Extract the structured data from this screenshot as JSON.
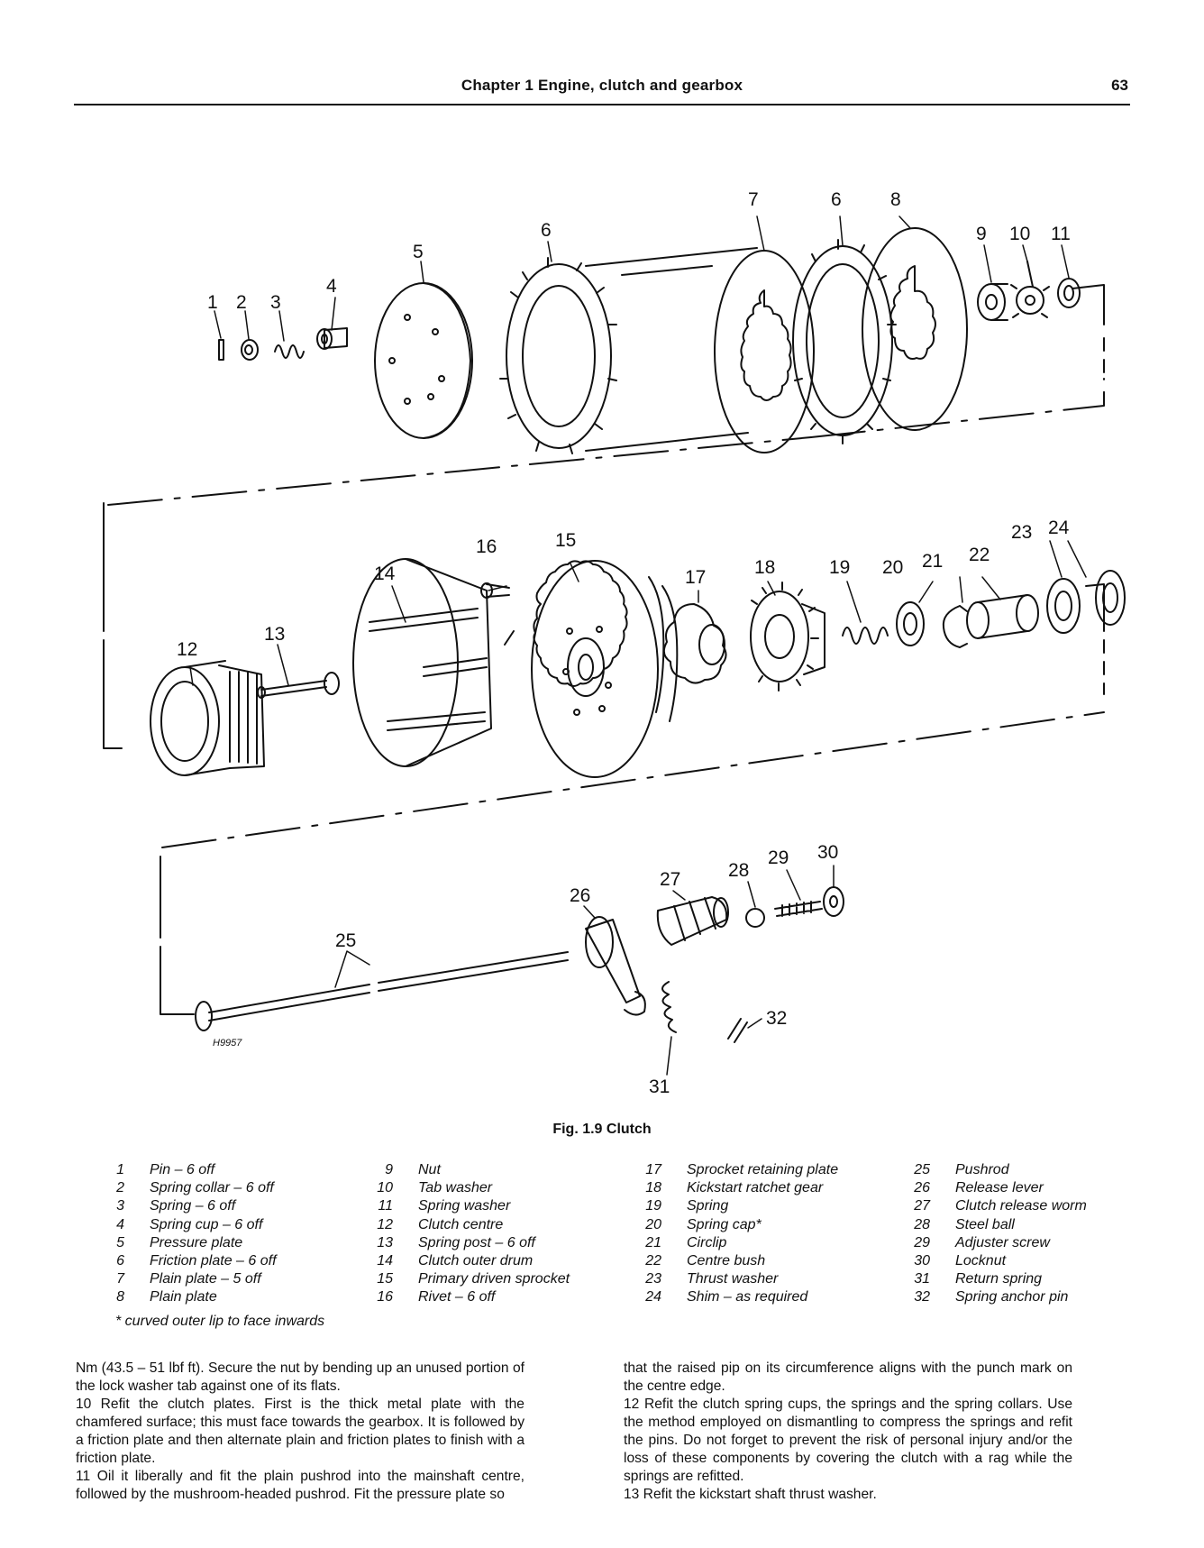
{
  "header": {
    "title": "Chapter 1  Engine, clutch and gearbox",
    "page_number": "63"
  },
  "figure": {
    "caption": "Fig. 1.9 Clutch",
    "drawing_code": "H9957",
    "callouts": [
      "1",
      "2",
      "3",
      "4",
      "5",
      "6",
      "7",
      "6",
      "8",
      "9",
      "10",
      "11",
      "12",
      "13",
      "14",
      "15",
      "16",
      "17",
      "18",
      "19",
      "20",
      "21",
      "22",
      "23",
      "24",
      "25",
      "26",
      "27",
      "28",
      "29",
      "30",
      "31",
      "32"
    ]
  },
  "legend": {
    "columns": [
      [
        {
          "num": "1",
          "text": "Pin – 6 off"
        },
        {
          "num": "2",
          "text": "Spring collar – 6 off"
        },
        {
          "num": "3",
          "text": "Spring – 6 off"
        },
        {
          "num": "4",
          "text": "Spring cup – 6 off"
        },
        {
          "num": "5",
          "text": "Pressure plate"
        },
        {
          "num": "6",
          "text": "Friction plate – 6 off"
        },
        {
          "num": "7",
          "text": "Plain plate – 5 off"
        },
        {
          "num": "8",
          "text": "Plain plate"
        }
      ],
      [
        {
          "num": "9",
          "text": "Nut"
        },
        {
          "num": "10",
          "text": "Tab washer"
        },
        {
          "num": "11",
          "text": "Spring washer"
        },
        {
          "num": "12",
          "text": "Clutch centre"
        },
        {
          "num": "13",
          "text": "Spring post – 6 off"
        },
        {
          "num": "14",
          "text": "Clutch outer drum"
        },
        {
          "num": "15",
          "text": "Primary driven sprocket"
        },
        {
          "num": "16",
          "text": "Rivet – 6 off"
        }
      ],
      [
        {
          "num": "17",
          "text": "Sprocket retaining plate"
        },
        {
          "num": "18",
          "text": "Kickstart ratchet gear"
        },
        {
          "num": "19",
          "text": "Spring"
        },
        {
          "num": "20",
          "text": "Spring cap*"
        },
        {
          "num": "21",
          "text": "Circlip"
        },
        {
          "num": "22",
          "text": "Centre bush"
        },
        {
          "num": "23",
          "text": "Thrust washer"
        },
        {
          "num": "24",
          "text": "Shim – as required"
        }
      ],
      [
        {
          "num": "25",
          "text": "Pushrod"
        },
        {
          "num": "26",
          "text": "Release lever"
        },
        {
          "num": "27",
          "text": "Clutch release worm"
        },
        {
          "num": "28",
          "text": "Steel ball"
        },
        {
          "num": "29",
          "text": "Adjuster screw"
        },
        {
          "num": "30",
          "text": "Locknut"
        },
        {
          "num": "31",
          "text": "Return spring"
        },
        {
          "num": "32",
          "text": "Spring anchor pin"
        }
      ]
    ],
    "footnote": "* curved outer lip to face inwards"
  },
  "body_text": {
    "left": [
      "Nm (43.5 – 51 lbf ft). Secure the nut by bending up an unused portion of the lock washer tab against one of its flats.",
      "10 Refit the clutch plates. First is the thick metal plate with the chamfered surface; this must face towards the gearbox. It is followed by a friction plate and then alternate plain and friction plates to finish with a friction plate.",
      "11 Oil it liberally and fit the plain pushrod into the mainshaft centre, followed by the mushroom-headed pushrod. Fit the pressure plate so"
    ],
    "right": [
      "that the raised pip on its circumference aligns with the punch mark on the centre edge.",
      "12 Refit the clutch spring cups, the springs and the spring collars. Use the method employed on dismantling to compress the springs and refit the pins. Do not forget to prevent the risk of personal injury and/or the loss of these components by covering the clutch with a rag while the springs are refitted.",
      "13 Refit the kickstart shaft thrust washer."
    ]
  }
}
